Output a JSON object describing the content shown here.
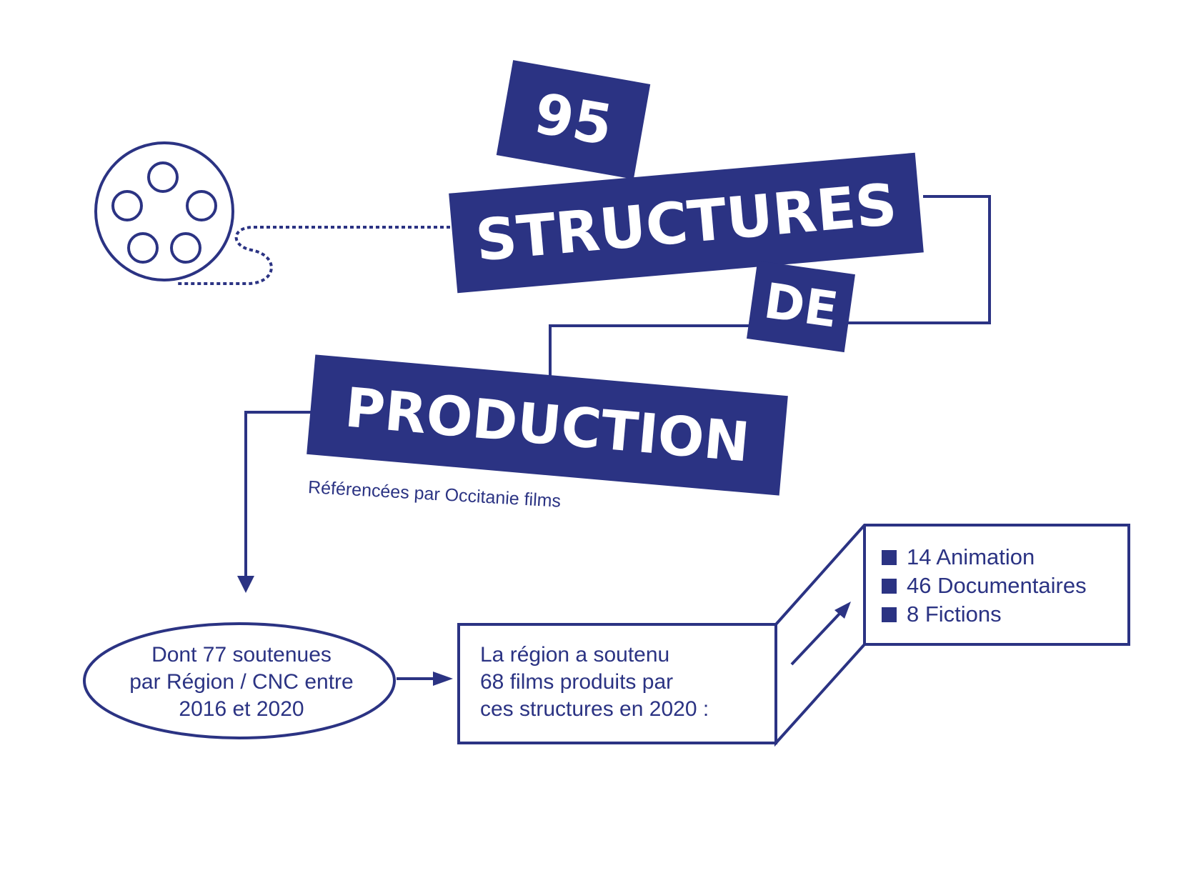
{
  "title": {
    "number": "95",
    "line1": "STRUCTURES",
    "line2": "DE",
    "line3": "PRODUCTION"
  },
  "subtitle": "Référencées par Occitanie films",
  "ellipse": {
    "lines": [
      "Dont 77 soutenues",
      "par Région / CNC entre",
      "2016 et 2020"
    ]
  },
  "box": {
    "lines": [
      "La région a soutenu",
      "68 films produits par",
      "ces structures en 2020 :"
    ]
  },
  "categories": [
    {
      "label": "14 Animation"
    },
    {
      "label": "46 Documentaires"
    },
    {
      "label": "8 Fictions"
    }
  ],
  "colors": {
    "accent": "#2b3383",
    "background": "#ffffff"
  },
  "icons": {
    "reel": "film-reel-icon"
  }
}
